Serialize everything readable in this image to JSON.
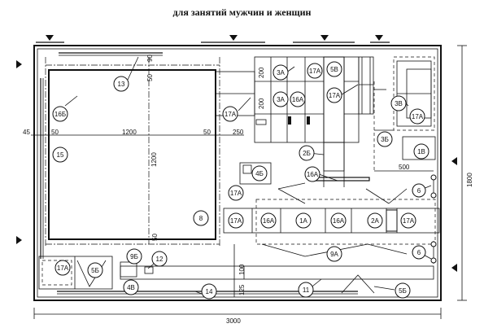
{
  "title": "для занятий мужчин и женщин",
  "dimensions": {
    "d90": "90",
    "d50_top": "50",
    "d200_a": "200",
    "d200_b": "200",
    "d45": "45",
    "d50_left": "50",
    "d1200_h": "1200",
    "d50_right": "50",
    "d250": "250",
    "d1200_v": "1200",
    "d500": "500",
    "d50_bottom": "50",
    "d1800": "1800",
    "d100": "100",
    "d125": "125",
    "d3000": "3000"
  },
  "labels": {
    "l13": "13",
    "l16b": "16Б",
    "l15": "15",
    "l8": "8",
    "l17a_left": "17А",
    "l17a_mid": "17А",
    "l4b": "4Б",
    "l3a_1": "3А",
    "l3a_2": "3А",
    "l16a_top": "16А",
    "l17a_top1": "17А",
    "l5v": "5В",
    "l17a_top2": "17А",
    "l3v": "3В",
    "l17a_tr": "17А",
    "l1v": "1В",
    "l2b": "2Б",
    "l3b": "3Б",
    "l16a_mid": "16А",
    "l6_a": "6",
    "l6_b": "6",
    "l17a_r1": "17А",
    "l16a_r1": "16А",
    "l1a": "1А",
    "l16a_r2": "16А",
    "l2a": "2А",
    "l17a_r2": "17А",
    "l9a": "9А",
    "l17a_bl": "17А",
    "l5b_left": "5Б",
    "l9b": "9Б",
    "l12": "12",
    "l4v": "4В",
    "l14": "14",
    "l11": "11",
    "l5b_right": "5Б"
  }
}
